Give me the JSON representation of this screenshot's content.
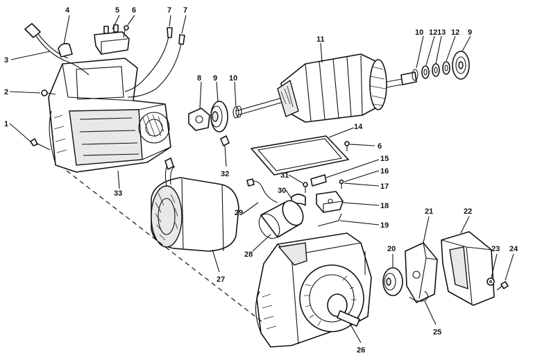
{
  "callouts": {
    "c1": "1",
    "c2": "2",
    "c3": "3",
    "c4": "4",
    "c5": "5",
    "c6a": "6",
    "c6b": "6",
    "c7a": "7",
    "c7b": "7",
    "c8": "8",
    "c9a": "9",
    "c9b": "9",
    "c10a": "10",
    "c10b": "10",
    "c11": "11",
    "c12a": "12",
    "c12b": "12",
    "c13": "13",
    "c14": "14",
    "c15": "15",
    "c16": "16",
    "c17": "17",
    "c18": "18",
    "c19": "19",
    "c20": "20",
    "c21": "21",
    "c22": "22",
    "c23": "23",
    "c24": "24",
    "c25": "25",
    "c26": "26",
    "c27": "27",
    "c28": "28",
    "c29": "29",
    "c30": "30",
    "c31": "31",
    "c32": "32",
    "c33": "33"
  }
}
